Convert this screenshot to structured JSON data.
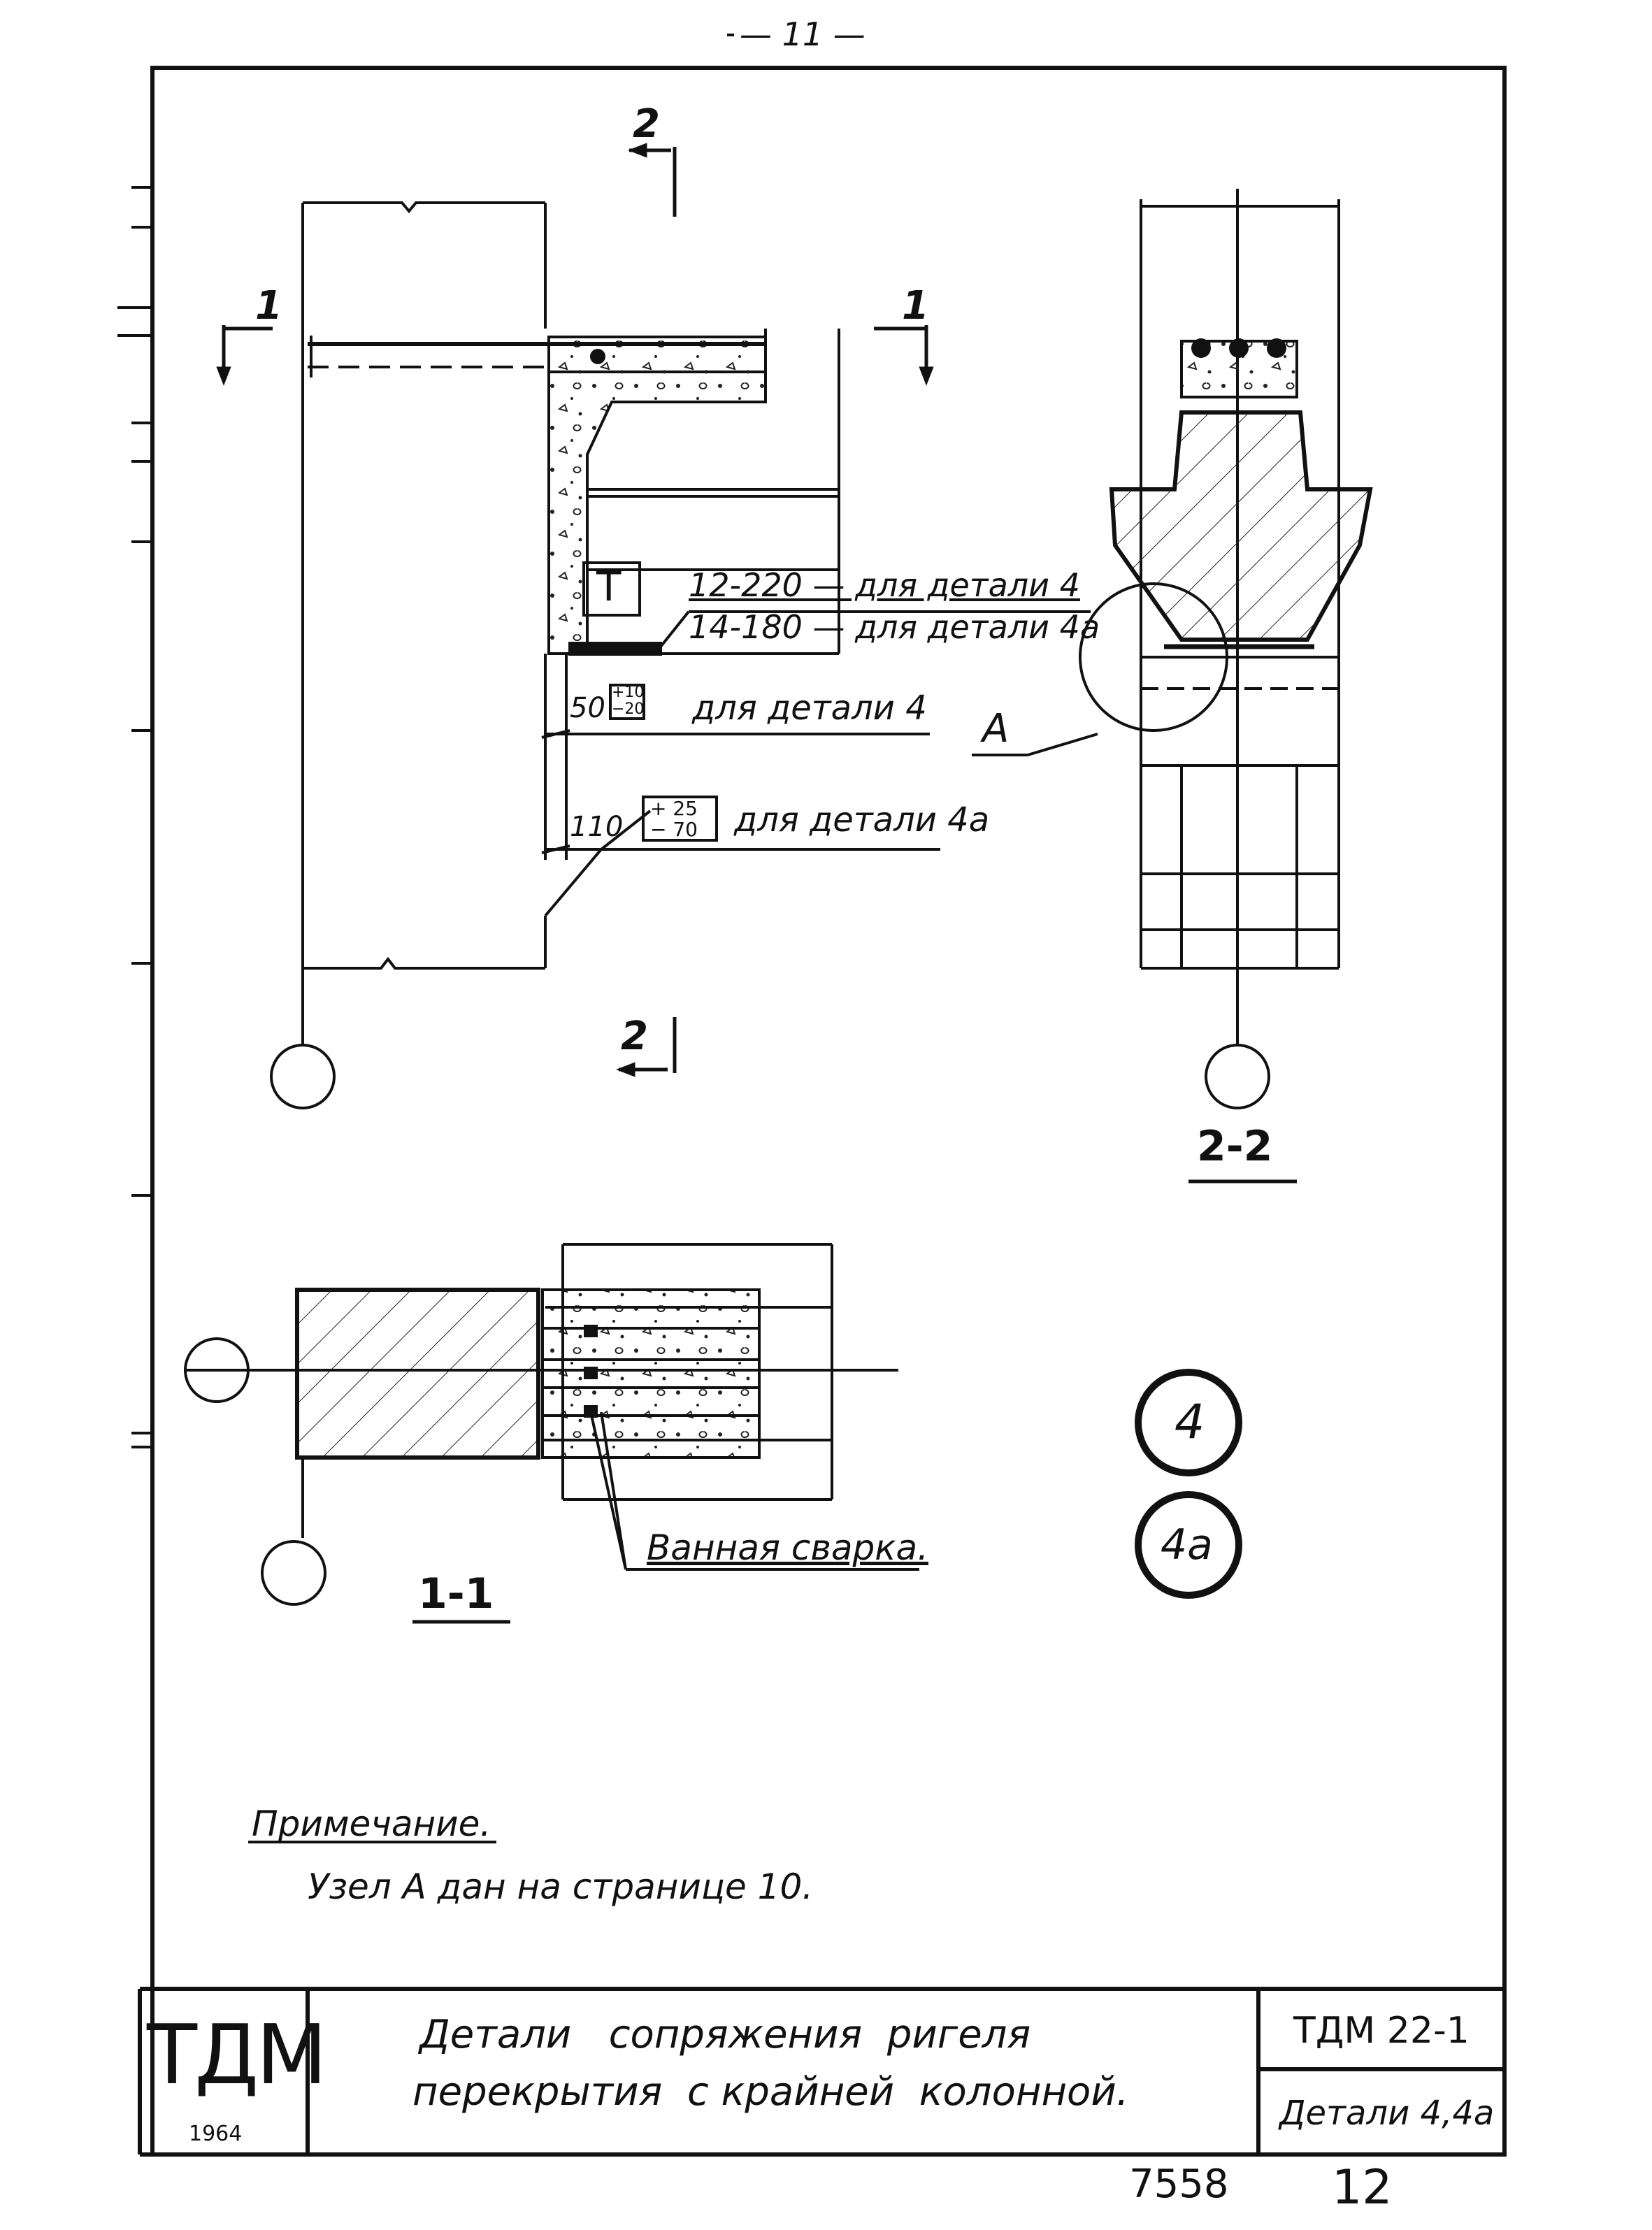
{
  "page": {
    "page_number_top": "— 11 —",
    "sheet_number": "12",
    "archive_number": "7558"
  },
  "section_marks": {
    "mark_2_top": "2",
    "mark_2_bottom": "2",
    "mark_1_left": "1",
    "mark_1_right": "1"
  },
  "elevation_view": {
    "t_symbol": "Т",
    "rebar_line_1": "12-220  — для детали 4",
    "rebar_line_2": "14-180  — для детали 4а",
    "dim_50": "50",
    "tol_4_plus": "+10",
    "tol_4_minus": "−20",
    "label_detail_4": "для детали 4",
    "dim_110": "110",
    "tol_4a_plus": "+ 25",
    "tol_4a_minus": "− 70",
    "label_detail_4a": "для детали 4а"
  },
  "section_2_2": {
    "node_label": "А",
    "caption": "2-2"
  },
  "section_1_1": {
    "weld_label": "Ванная сварка.",
    "caption": "1-1"
  },
  "detail_markers": [
    "4",
    "4а"
  ],
  "note": {
    "heading": "Примечание.",
    "text": "Узел А дан на странице 10."
  },
  "title_block": {
    "logo": "ТДМ",
    "year": "1964",
    "title_line_1": "Детали   сопряжения  ригеля",
    "title_line_2": "перекрытия  с крайней  колонной.",
    "doc_code": "ТДМ 22-1",
    "sheet_name": "Детали 4,4а"
  }
}
